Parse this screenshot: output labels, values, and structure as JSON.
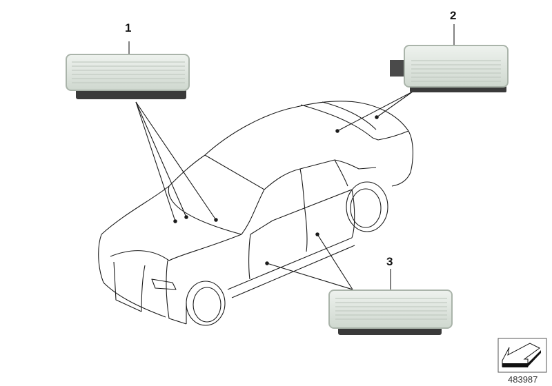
{
  "diagram": {
    "type": "parts-illustration",
    "subject": "Vehicle interior/exterior lamp locations",
    "parts": [
      {
        "number": "1",
        "label": "1",
        "locations": 3
      },
      {
        "number": "2",
        "label": "2",
        "locations": 2
      },
      {
        "number": "3",
        "label": "3",
        "locations": 2
      }
    ],
    "reference_number": "483987",
    "icons": {
      "navigation": "arrow-down-left-icon"
    },
    "colors": {
      "line": "#1a1a1a",
      "lamp_lens": "#dfe6df",
      "lamp_frame": "#b8c2b8",
      "lamp_base": "#3a3a3a"
    }
  }
}
